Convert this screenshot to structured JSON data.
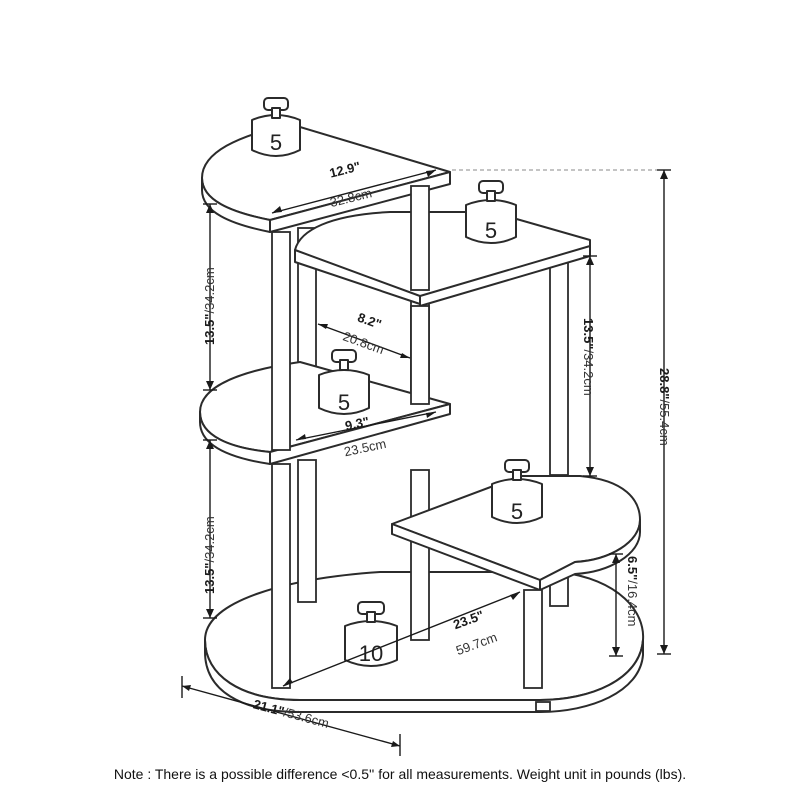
{
  "dimensions": {
    "top_shelf_width": {
      "imperial": "12.9\"",
      "metric": "32.8cm"
    },
    "gap_width": {
      "imperial": "8.2\"",
      "metric": "20.8cm"
    },
    "mid_shelf_width": {
      "imperial": "9.3\"",
      "metric": "23.5cm"
    },
    "upper_left_height": {
      "imperial": "13.5\"",
      "metric": "/34.2cm"
    },
    "lower_left_height": {
      "imperial": "13.5\"",
      "metric": "/34.2cm"
    },
    "right_shelf_height": {
      "imperial": "13.5\"",
      "metric": "/34.2cm"
    },
    "total_height": {
      "imperial": "28.8\"",
      "metric": "/55.4cm"
    },
    "low_step_height": {
      "imperial": "6.5\"",
      "metric": "/16.4cm"
    },
    "base_depth": {
      "imperial": "23.5\"",
      "metric": "59.7cm"
    },
    "base_width": {
      "imperial": "21.1\"",
      "metric": "/53.6cm"
    }
  },
  "weights": {
    "top": "5",
    "upper_right": "5",
    "middle": "5",
    "lower_right": "5",
    "base": "10"
  },
  "note": "Note : There is a possible difference <0.5'' for all measurements. Weight unit in pounds (lbs)."
}
